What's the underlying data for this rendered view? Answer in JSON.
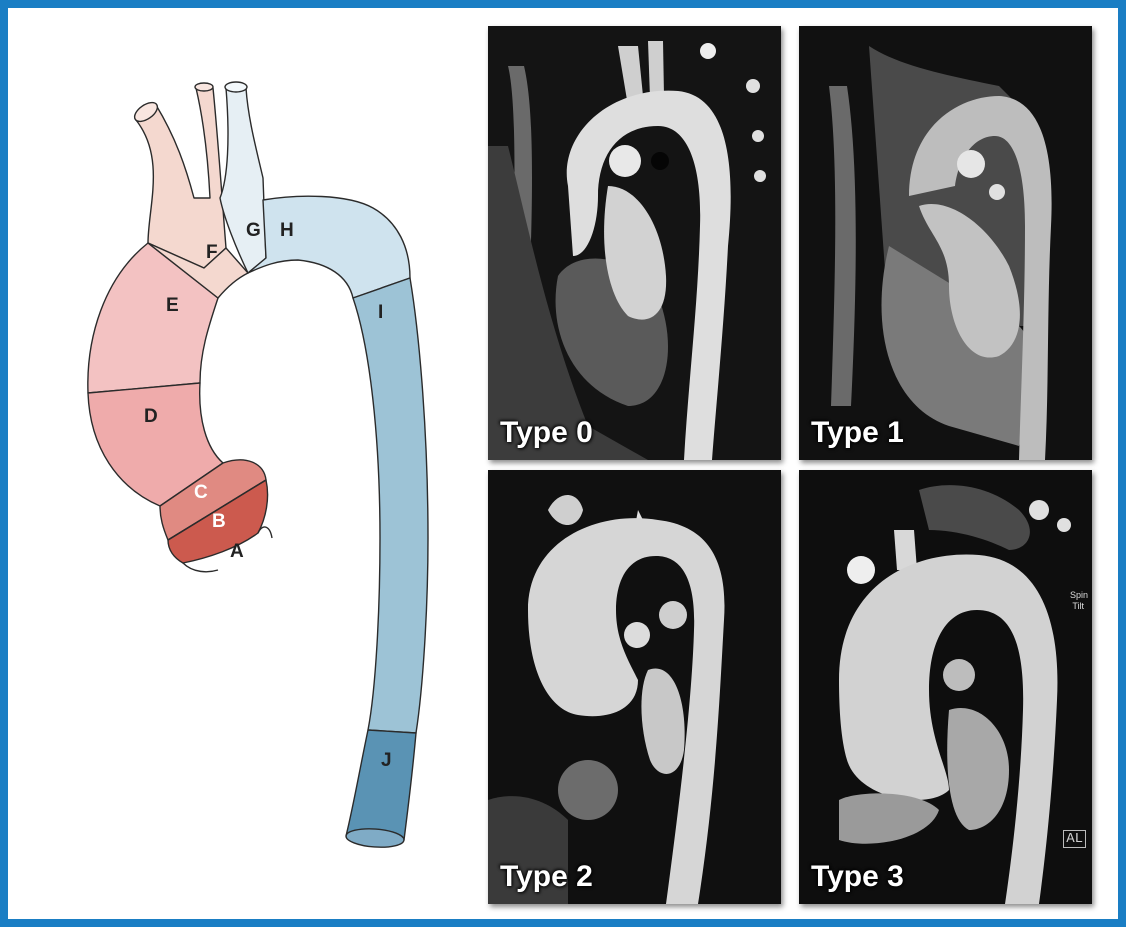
{
  "segments": {
    "A": "A",
    "B": "B",
    "C": "C",
    "D": "D",
    "E": "E",
    "F": "F",
    "G": "G",
    "H": "H",
    "I": "I",
    "J": "J"
  },
  "panels": [
    {
      "label": "Type 0"
    },
    {
      "label": "Type 1"
    },
    {
      "label": "Type 2"
    },
    {
      "label": "Type 3"
    }
  ],
  "panel_annotations": {
    "type3_corner_text_1": "Spin",
    "type3_corner_text_2": "Tilt",
    "type3_corner_mark": "AL"
  },
  "colors": {
    "border": "#1a7ec4",
    "seg_A": "#cc5a4e",
    "seg_B": "#d97168",
    "seg_C": "#e08a82",
    "seg_D": "#efabab",
    "seg_E": "#f3c2c2",
    "seg_F": "#f4d8cf",
    "seg_G": "#e6eff4",
    "seg_H": "#cfe3ee",
    "seg_I": "#9dc3d6",
    "seg_J": "#5a93b4"
  }
}
